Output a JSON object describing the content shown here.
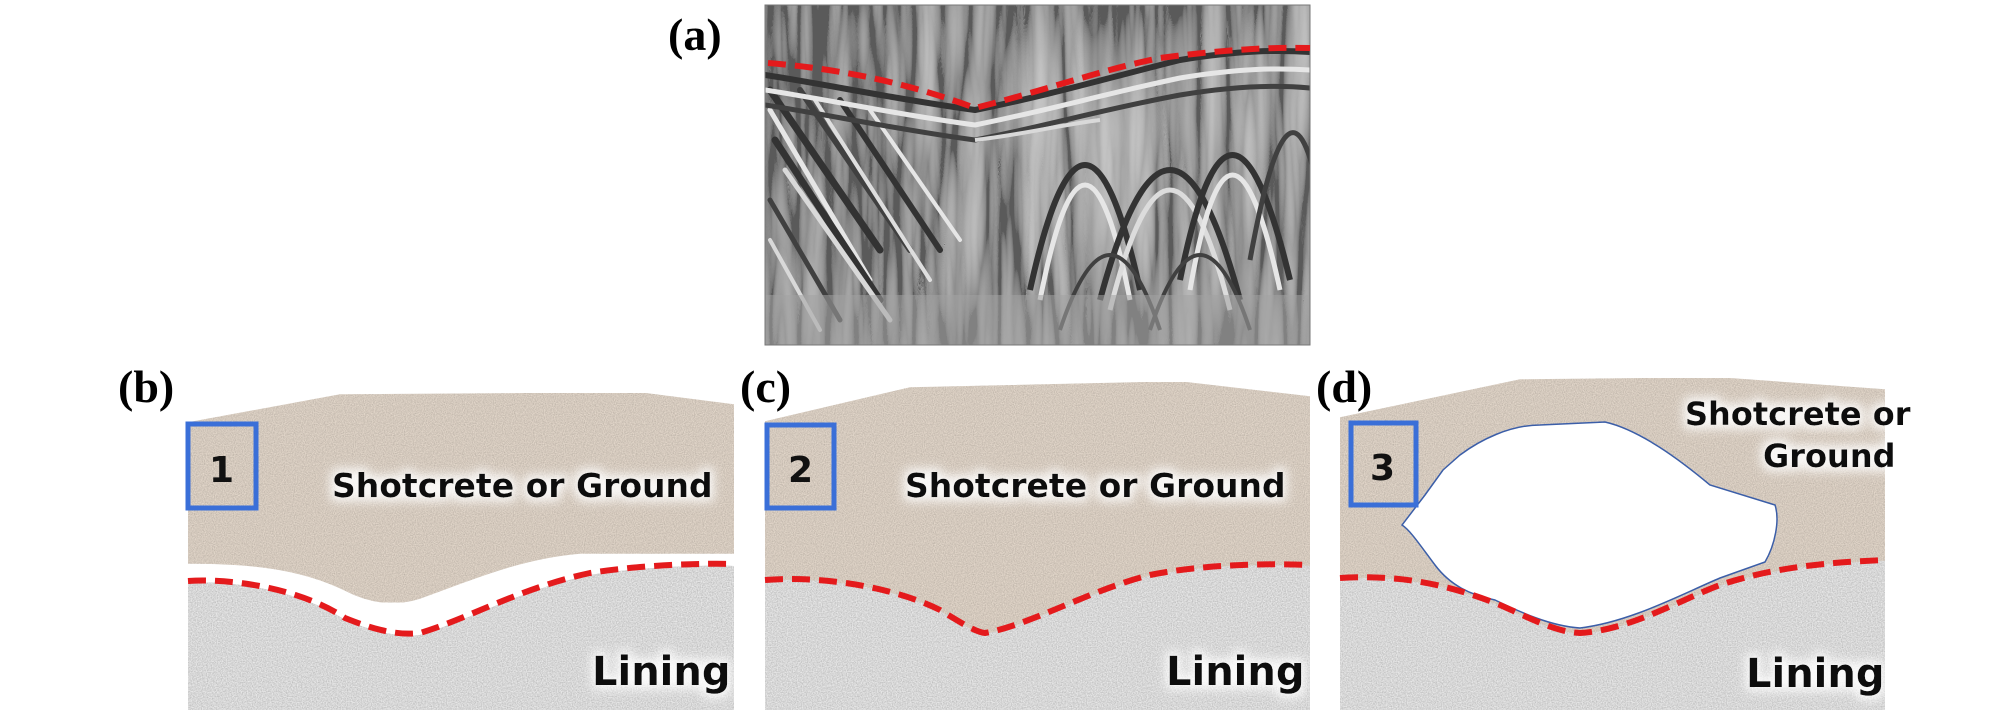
{
  "figure": {
    "panel_a": {
      "label": "(a)"
    },
    "panel_b": {
      "label": "(b)",
      "box_number": "1",
      "upper_layer": "Shotcrete or Ground",
      "lower_layer": "Lining"
    },
    "panel_c": {
      "label": "(c)",
      "box_number": "2",
      "upper_layer": "Shotcrete or Ground",
      "lower_layer": "Lining"
    },
    "panel_d": {
      "label": "(d)",
      "box_number": "3",
      "upper_layer_line1": "Shotcrete or",
      "upper_layer_line2": "Ground",
      "lower_layer": "Lining"
    }
  },
  "colors": {
    "boundary_dash": "#e41a1c",
    "box_outline": "#3a6fd8",
    "shotcrete_fill": "#a8998a",
    "lining_fill": "#b7b7b7",
    "radargram_bg": "#9a9a9a"
  }
}
